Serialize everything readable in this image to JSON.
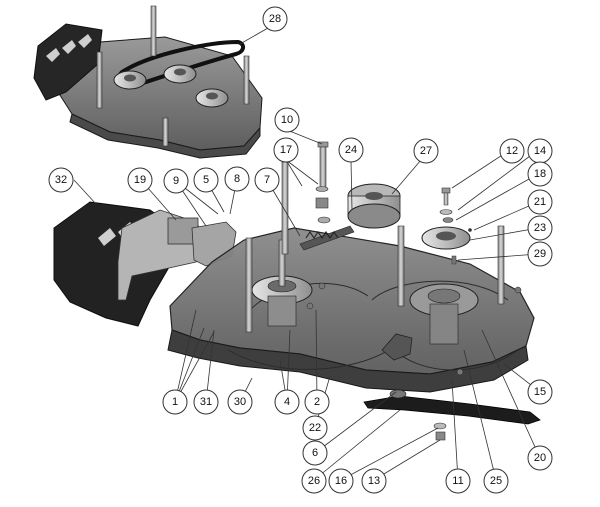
{
  "callouts": [
    {
      "id": "1",
      "label": "1"
    },
    {
      "id": "2",
      "label": "2"
    },
    {
      "id": "4",
      "label": "4"
    },
    {
      "id": "5",
      "label": "5"
    },
    {
      "id": "6",
      "label": "6"
    },
    {
      "id": "7",
      "label": "7"
    },
    {
      "id": "8",
      "label": "8"
    },
    {
      "id": "9",
      "label": "9"
    },
    {
      "id": "10",
      "label": "10"
    },
    {
      "id": "11",
      "label": "11"
    },
    {
      "id": "12",
      "label": "12"
    },
    {
      "id": "13",
      "label": "13"
    },
    {
      "id": "14",
      "label": "14"
    },
    {
      "id": "15",
      "label": "15"
    },
    {
      "id": "16",
      "label": "16"
    },
    {
      "id": "17",
      "label": "17"
    },
    {
      "id": "18",
      "label": "18"
    },
    {
      "id": "19",
      "label": "19"
    },
    {
      "id": "20",
      "label": "20"
    },
    {
      "id": "21",
      "label": "21"
    },
    {
      "id": "22",
      "label": "22"
    },
    {
      "id": "23",
      "label": "23"
    },
    {
      "id": "24",
      "label": "24"
    },
    {
      "id": "25",
      "label": "25"
    },
    {
      "id": "26",
      "label": "26"
    },
    {
      "id": "27",
      "label": "27"
    },
    {
      "id": "28",
      "label": "28"
    },
    {
      "id": "29",
      "label": "29"
    },
    {
      "id": "30",
      "label": "30"
    },
    {
      "id": "31",
      "label": "31"
    },
    {
      "id": "32",
      "label": "32"
    }
  ],
  "colors": {
    "deck_fill": "#6e6e6e",
    "deck_dark": "#3c3c3c",
    "outline": "#1a1a1a",
    "guard_fill": "#2a2a2a",
    "metal": "#c8c8c8",
    "callout_stroke": "#333333"
  }
}
